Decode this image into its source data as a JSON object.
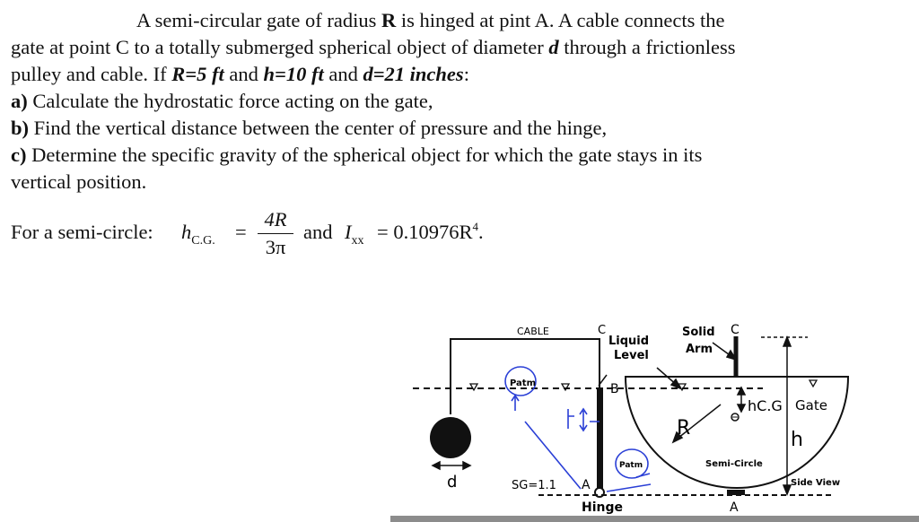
{
  "problem": {
    "line1": "A semi-circular gate of radius",
    "line1_R": "R",
    "line1_rest": "is hinged at pint A. A cable connects the",
    "line2": "gate at point C to a totally submerged spherical object of diameter",
    "line2_d": "d",
    "line2_rest": "through a frictionless",
    "line3_a": "pulley and cable. If",
    "given_R": "R=5 ft",
    "line3_and1": "and",
    "given_h": "h=10 ft",
    "line3_and2": "and",
    "given_d": "d=21 inches",
    "line3_end": ":",
    "part_a_label": "a)",
    "part_a": "Calculate the hydrostatic force acting on the gate,",
    "part_b_label": "b)",
    "part_b": "Find the vertical distance between the center of pressure and the hinge,",
    "part_c_label": "c)",
    "part_c": "Determine the specific gravity of the spherical object for which the gate stays in its",
    "part_c_cont": "vertical position."
  },
  "formula": {
    "prefix": "For a semi-circle:",
    "hcg_h": "h",
    "hcg_sub": "C.G.",
    "equals": "=",
    "numerator": "4R",
    "denominator": "3π",
    "and": "and",
    "I_letter": "I",
    "I_sub": "xx",
    "I_value": "= 0.10976R",
    "I_exp": "4",
    "period": "."
  },
  "figure": {
    "cable": "CABLE",
    "c_left": "C",
    "liquid_level": "Liquid Level",
    "solid_arm": "Solid Arm",
    "c_right": "C",
    "patm1": "Patm",
    "b": "B",
    "r": "R",
    "hcg": "hC.G",
    "gate": "Gate",
    "h": "h",
    "semi_circle": "Semi-Circle",
    "patm2": "Patm",
    "d": "d",
    "sg": "SG=1.1",
    "a_left": "A",
    "hinge": "Hinge",
    "side_view": "Side View",
    "a_right": "A"
  }
}
